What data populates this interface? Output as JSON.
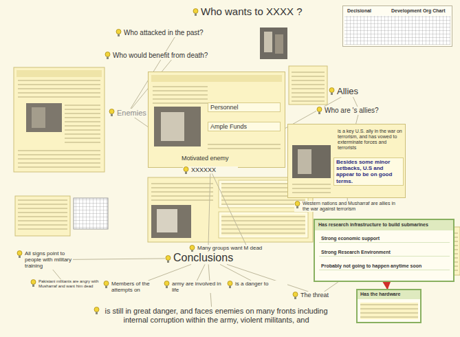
{
  "diagram": {
    "title": "Who wants to XXXX ?",
    "nodes": [
      {
        "text": [
          "Who attacked in the past?"
        ]
      },
      {
        "text": [
          "Who would benefit from death?"
        ]
      },
      {
        "text": [
          "Enemies"
        ]
      },
      {
        "text": [
          "Motivated enemy"
        ]
      },
      {
        "text": [
          "Personnel"
        ],
        "in": 3
      },
      {
        "text": [
          "Ample Funds"
        ],
        "in": 3
      },
      {
        "text": [
          "XXXXXX"
        ]
      },
      {
        "text": [
          "Many groups want M dead"
        ]
      },
      {
        "text": [
          "Allies"
        ]
      },
      {
        "text": [
          "Who are 's allies?"
        ]
      },
      {
        "text": [
          "is a key U.S. ally in the war on terrorism, and has vowed to exterminate forces and terrorists"
        ]
      },
      {
        "text": [
          "Besides some minor setbacks, U.S and appear to be on good terms."
        ],
        "in": 10
      },
      {
        "text": [
          "Western nations and Musharraf are allies in the war against terrorism"
        ]
      },
      {
        "text": [
          "Has research infrastructure to build submarines"
        ]
      },
      {
        "text": [
          "Strong economic support"
        ],
        "in": 13
      },
      {
        "text": [
          "Strong Research Environment"
        ],
        "in": 13
      },
      {
        "text": [
          "Probably not going to happen anytime soon"
        ],
        "in": 13
      },
      {
        "text": [
          "Has the hardware"
        ]
      },
      {
        "text": [
          "Conclusions"
        ]
      },
      {
        "text": [
          "All signs point to people with military training"
        ]
      },
      {
        "text": [
          "Pakistani militants are angry with Musharraf and want him dead"
        ]
      },
      {
        "text": [
          "Members of the attempts on"
        ]
      },
      {
        "text": [
          "army are involved in life"
        ]
      },
      {
        "text": [
          "is a danger to"
        ]
      },
      {
        "text": [
          "The threat"
        ]
      },
      {
        "text": [
          "is still in great danger, and faces enemies on many fronts including internal corruption within the army, violent militants, and"
        ]
      },
      {
        "text": [
          "Decisional",
          "Development Org Chart"
        ]
      }
    ],
    "edges": [
      {
        "from": 2,
        "to": 0,
        "arrow": "none"
      },
      {
        "from": 2,
        "to": 1,
        "arrow": "none"
      },
      {
        "from": 6,
        "to": 2,
        "arrow": "none"
      },
      {
        "from": 6,
        "to": 3,
        "arrow": "none"
      },
      {
        "from": 6,
        "to": 8,
        "arrow": "none"
      },
      {
        "from": 8,
        "to": 9,
        "arrow": "none"
      },
      {
        "from": 9,
        "to": 10,
        "arrow": "none"
      },
      {
        "from": 10,
        "to": 12,
        "arrow": "none"
      },
      {
        "from": 6,
        "to": 7,
        "arrow": "none"
      },
      {
        "from": 6,
        "to": 18,
        "arrow": "none"
      },
      {
        "from": 18,
        "to": 19,
        "arrow": "none"
      },
      {
        "from": 18,
        "to": 21,
        "arrow": "none"
      },
      {
        "from": 18,
        "to": 22,
        "arrow": "none"
      },
      {
        "from": 18,
        "to": 23,
        "arrow": "none"
      },
      {
        "from": 18,
        "to": 24,
        "arrow": "none"
      },
      {
        "from": 18,
        "to": 25,
        "arrow": "none"
      },
      {
        "from": 19,
        "to": 20,
        "arrow": "none"
      },
      {
        "from": 24,
        "to": 13,
        "arrow": "none"
      },
      {
        "from": 13,
        "to": 17,
        "arrow": "to"
      }
    ]
  }
}
